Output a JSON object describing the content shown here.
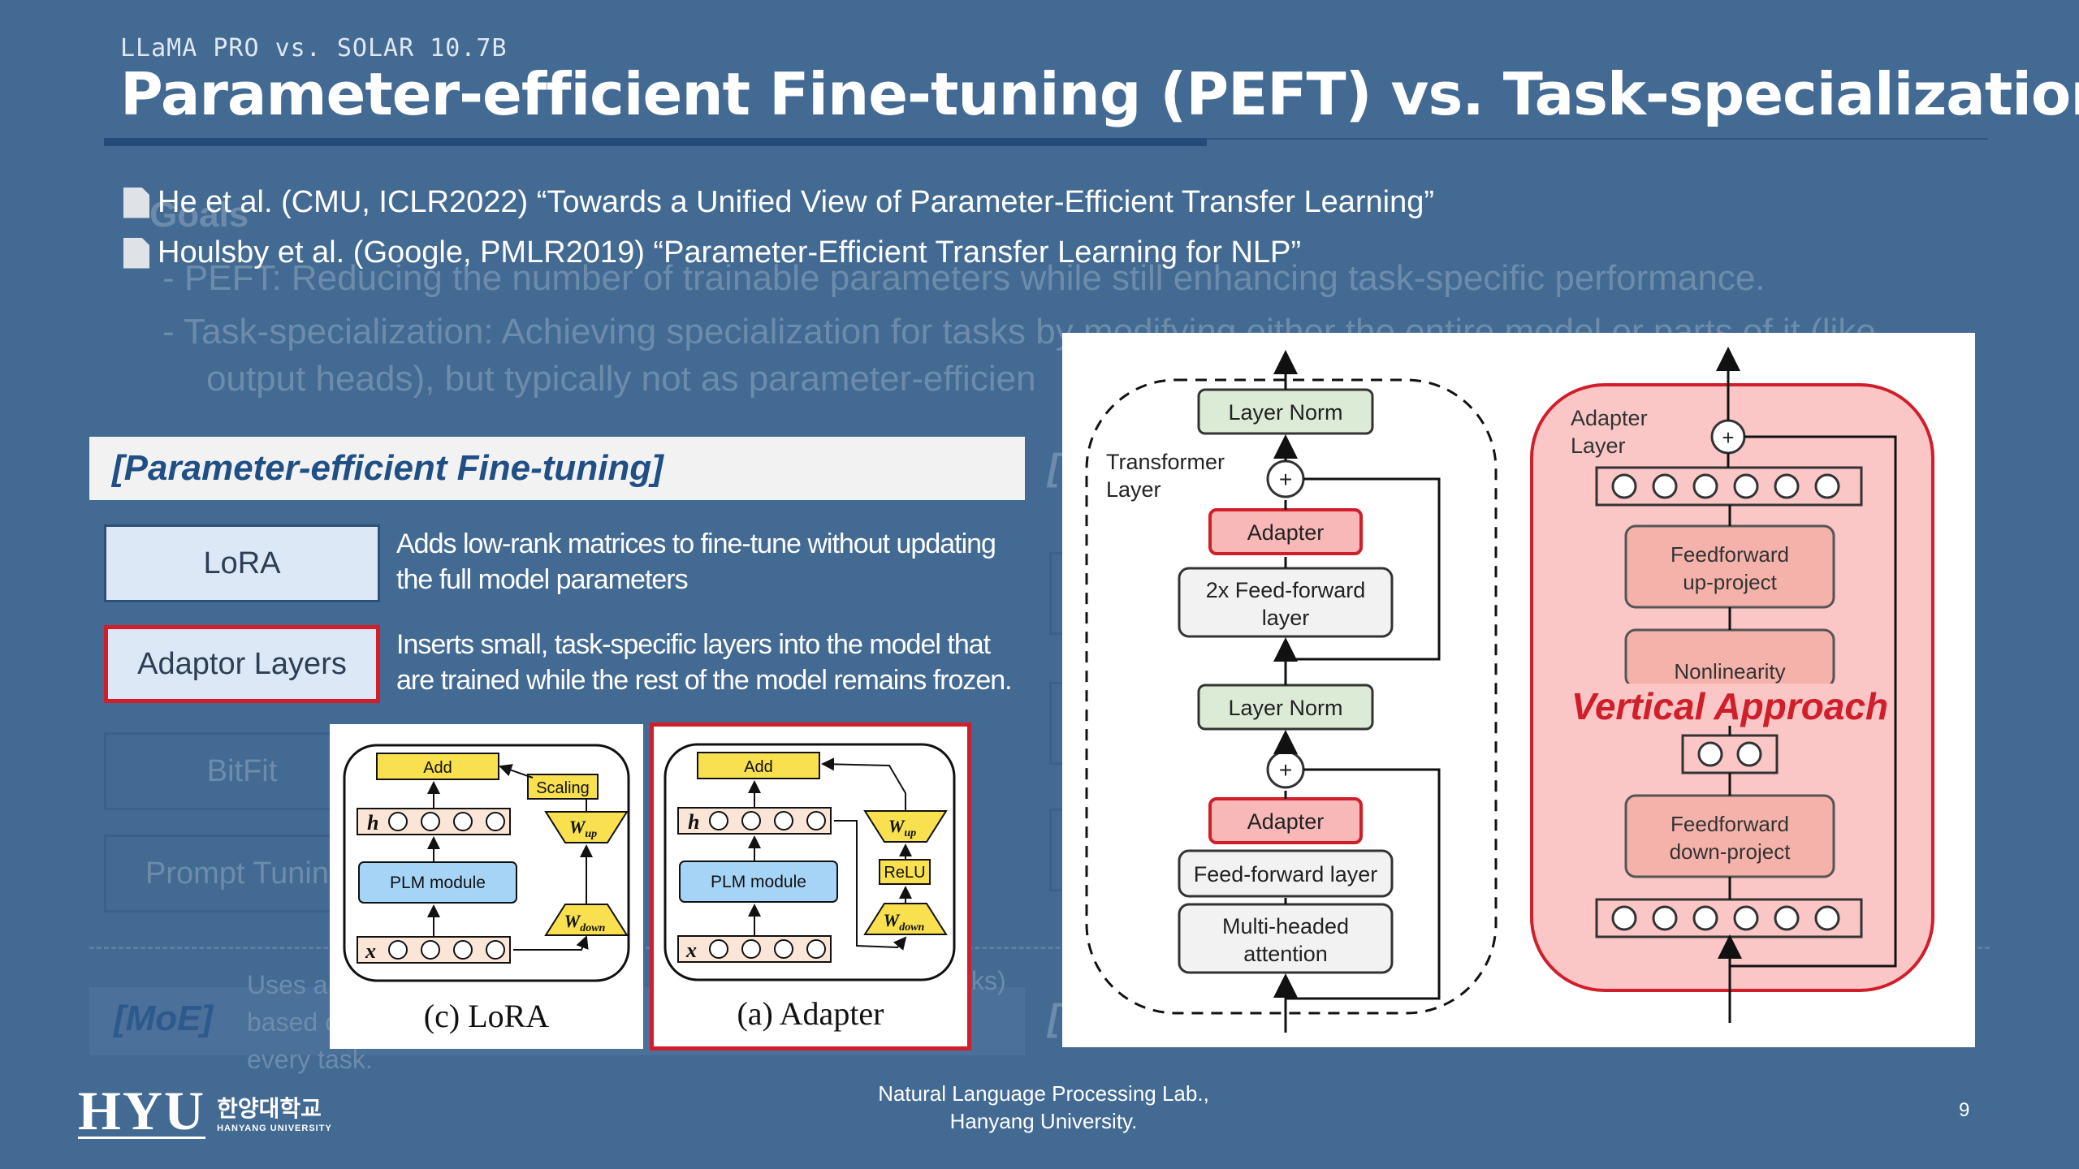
{
  "header": {
    "subtitle": "LLaMA PRO vs. SOLAR 10.7B",
    "title": "Parameter-efficient Fine-tuning (PEFT) vs. Task-specialization"
  },
  "references": [
    "He et al. (CMU, ICLR2022) “Towards a Unified View of Parameter-Efficient Transfer Learning”",
    "Houlsby et al. (Google, PMLR2019) “Parameter-Efficient Transfer Learning for NLP”"
  ],
  "background_text": {
    "goals": "Goals",
    "peft_line": "- PEFT: Reducing the number of trainable parameters while still enhancing task-specific performance.",
    "task_line1": "- Task-specialization: Achieving specialization for tasks by modifying either the entire model or parts of it (like",
    "task_line2": "output heads), but typically not as parameter-efficien",
    "bracket": "[",
    "moe_desc": [
      "Uses a g",
      "based o",
      "every task."
    ],
    "moe_tail": "ks)"
  },
  "peft_panel": {
    "heading": "[Parameter-efficient Fine-tuning]",
    "methods": [
      {
        "name": "LoRA",
        "desc": "Adds low-rank matrices to fine-tune without updating the full model parameters"
      },
      {
        "name": "Adaptor Layers",
        "desc": "Inserts small, task-specific layers into the model that are trained while the rest of the model remains frozen."
      },
      {
        "name": "BitFit"
      },
      {
        "name": "Prompt Tuning"
      }
    ],
    "moe_label": "[MoE]"
  },
  "fig_lora": {
    "caption": "(c) LoRA",
    "add": "Add",
    "scaling": "Scaling",
    "plm": "PLM module",
    "h": "h",
    "x": "x",
    "wup": "W",
    "wup_sub": "up",
    "wdown": "W",
    "wdown_sub": "down"
  },
  "fig_adapter": {
    "caption": "(a) Adapter",
    "add": "Add",
    "relu": "ReLU",
    "plm": "PLM module",
    "h": "h",
    "x": "x",
    "wup": "W",
    "wup_sub": "up",
    "wdown": "W",
    "wdown_sub": "down"
  },
  "fig_houlsby": {
    "transformer_layer": [
      "Transformer",
      "Layer"
    ],
    "layer_norm": "Layer Norm",
    "adapter": "Adapter",
    "ffn2x": [
      "2x Feed-forward",
      "layer"
    ],
    "ffn": "Feed-forward layer",
    "mha": [
      "Multi-headed",
      "attention"
    ],
    "plus": "+",
    "adapter_layer": [
      "Adapter",
      "Layer"
    ],
    "ff_up": [
      "Feedforward",
      "up-project"
    ],
    "nonlinearity": "Nonlinearity",
    "ff_down": [
      "Feedforward",
      "down-project"
    ],
    "annotation": "Vertical Approach"
  },
  "footer": {
    "lab": [
      "Natural Language Processing Lab.,",
      "Hanyang University."
    ],
    "page": "9",
    "logo_en": "HYU",
    "logo_kr": "한양대학교",
    "logo_sub": "HANYANG UNIVERSITY"
  },
  "colors": {
    "background": "#436a93",
    "heading_text": "#1f4f84",
    "highlight_red": "#d01e2a",
    "adapter_fill": "#f8b8b8",
    "layernorm_fill": "#dcebd5",
    "plm_fill": "#a6d4f7",
    "yellow": "#f8e04e"
  }
}
